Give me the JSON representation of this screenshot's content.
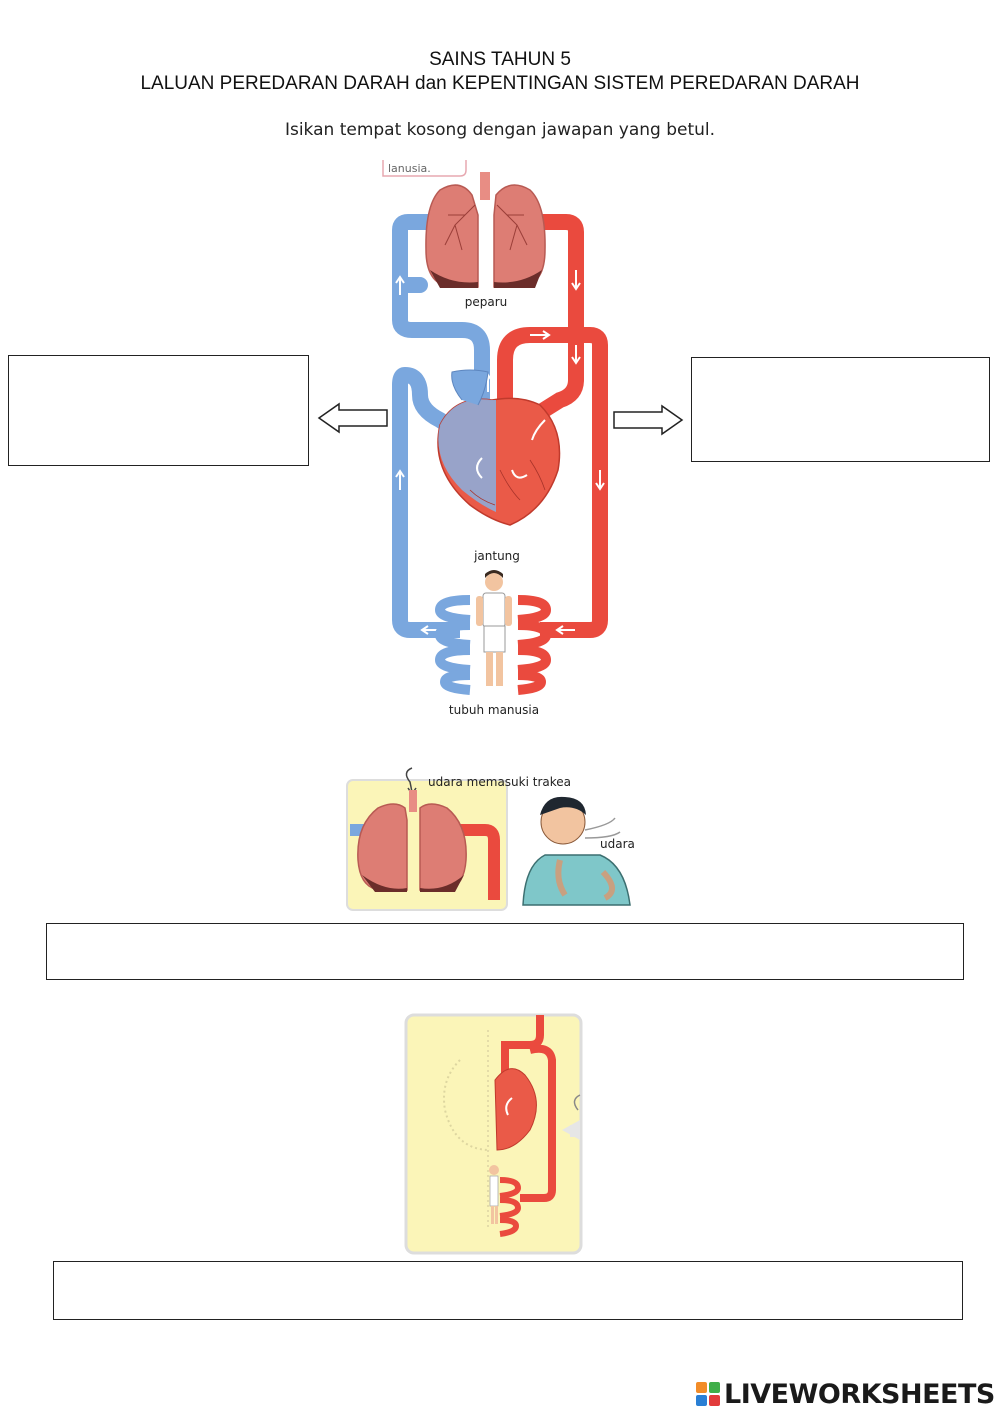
{
  "header": {
    "title_line1": "SAINS TAHUN 5",
    "title_line2": "LALUAN PEREDARAN DARAH dan KEPENTINGAN SISTEM PEREDARAN DARAH",
    "instruction": "Isikan tempat kosong dengan jawapan yang betul."
  },
  "diagram_main": {
    "corner_text": "lanusia.",
    "label_lungs": "peparu",
    "label_heart": "jantung",
    "label_body": "tubuh manusia"
  },
  "diagram_breathing": {
    "label_trachea": "udara memasuki trakea",
    "label_air": "udara"
  },
  "answers": {
    "left_box": "",
    "right_box": "",
    "breathing_box": "",
    "body_box": ""
  },
  "footer": {
    "brand": "LIVEWORKSHEETS"
  },
  "colors": {
    "oxygenated": "#e8463b",
    "deoxygenated": "#6a9fdc",
    "lung": "#dd7d74",
    "panel": "#fbf5b8"
  }
}
